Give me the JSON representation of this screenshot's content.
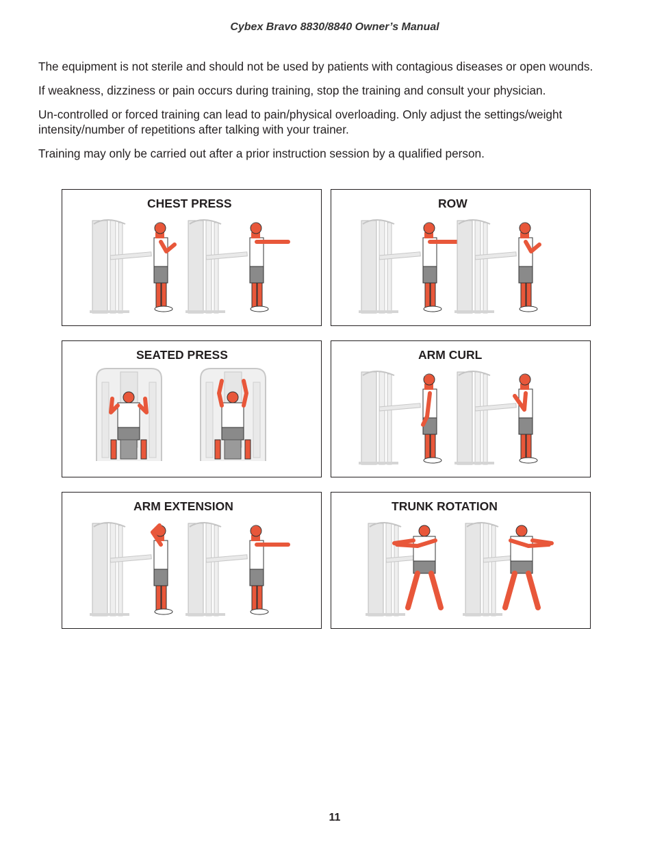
{
  "header": {
    "title": "Cybex Bravo 8830/8840 Owner’s Manual"
  },
  "paragraphs": [
    "The equipment is not sterile and should not be used by patients with contagious diseases or open wounds.",
    "If weakness, dizziness or pain occurs during training, stop the training and consult your physician.",
    "Un-controlled or forced training can lead to pain/physical overloading. Only adjust the settings/weight intensity/number of repetitions after talking with your trainer.",
    "Training may only be carried out after a prior instruction session by a qualified person."
  ],
  "exercises": [
    {
      "title": "CHEST PRESS",
      "view": "side",
      "arms": [
        "side-bent",
        "forward"
      ]
    },
    {
      "title": "ROW",
      "view": "side",
      "arms": [
        "forward",
        "side-bent"
      ]
    },
    {
      "title": "SEATED PRESS",
      "view": "front-seated",
      "arms": [
        "down",
        "up"
      ]
    },
    {
      "title": "ARM CURL",
      "view": "side",
      "arms": [
        "down-low",
        "curl"
      ]
    },
    {
      "title": "ARM EXTENSION",
      "view": "side",
      "arms": [
        "overhead",
        "forward"
      ]
    },
    {
      "title": "TRUNK ROTATION",
      "view": "front-standing",
      "arms": [
        "cross-left",
        "cross-right"
      ]
    }
  ],
  "footer": {
    "page_number": "11"
  },
  "colors": {
    "skin": "#e8573a",
    "machine": "#d9d9d9",
    "shorts": "#8a8a8a",
    "border": "#231f20"
  }
}
